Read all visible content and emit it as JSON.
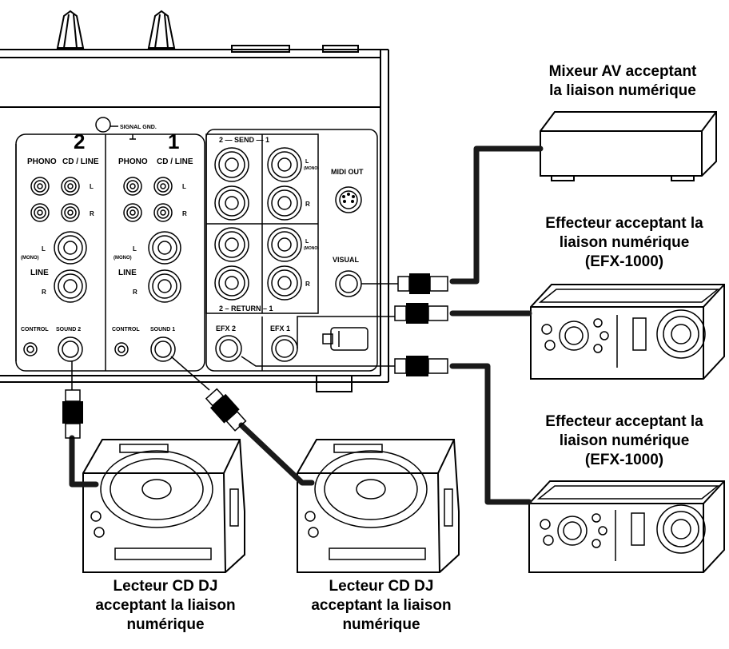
{
  "labels": {
    "av_mixer": [
      "Mixeur AV acceptant",
      "la liaison numérique"
    ],
    "effector_top": [
      "Effecteur acceptant la",
      "liaison numérique",
      "(EFX-1000)"
    ],
    "effector_bottom": [
      "Effecteur acceptant la",
      "liaison numérique",
      "(EFX-1000)"
    ],
    "cd_left": [
      "Lecteur CD DJ",
      "acceptant la liaison",
      "numérique"
    ],
    "cd_right": [
      "Lecteur CD DJ",
      "acceptant la liaison",
      "numérique"
    ]
  },
  "panel": {
    "signal_gnd": "SIGNAL GND.",
    "ch2_number": "2",
    "ch1_number": "1",
    "phono": "PHONO",
    "cd_line": "CD / LINE",
    "L": "L",
    "R": "R",
    "mono": "(MONO)",
    "line": "LINE",
    "control": "CONTROL",
    "sound2": "SOUND 2",
    "sound1": "SOUND 1",
    "send": "2 — SEND — 1",
    "return": "2 – RETURN – 1",
    "efx2": "EFX 2",
    "efx1": "EFX 1",
    "midi_out": "MIDI OUT",
    "visual": "VISUAL"
  },
  "colors": {
    "line": "#000000",
    "cable": "#1a1a1a",
    "background": "#ffffff"
  }
}
